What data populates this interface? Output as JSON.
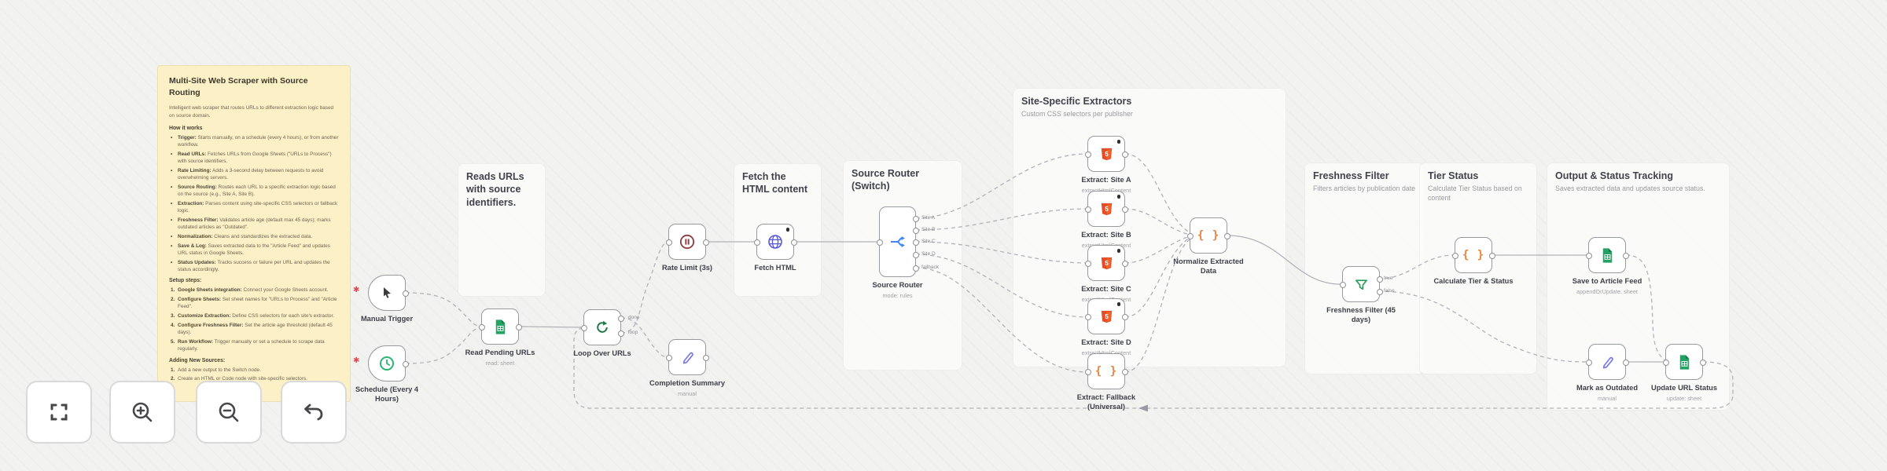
{
  "colors": {
    "canvas_bg": "#f2f2f0",
    "sticky_bg": "#fcf0c6",
    "node_border": "#979aa0",
    "connection": "#b2b2ba",
    "error_red": "#e5484d",
    "sheets_green": "#21a463",
    "clock_teal": "#2bb673",
    "loop_green": "#1e7a47",
    "pause_maroon": "#8e3b3b",
    "globe_blue": "#575ad8",
    "pencil_purple": "#7577e8",
    "switch_blue": "#4285f4",
    "html_orange": "#e44d26",
    "code_orange": "#ef8038",
    "filter_green": "#2f9e5f"
  },
  "note": {
    "title": "Multi-Site Web Scraper with Source Routing",
    "intro": "Intelligent web scraper that routes URLs to different extraction logic based on source domain.",
    "how_heading": "How it works",
    "bullets": [
      {
        "mk": "•",
        "lead": "Trigger:",
        "text": " Starts manually, on a schedule (every 4 hours), or from another workflow."
      },
      {
        "mk": "•",
        "lead": "Read URLs:",
        "text": " Fetches URLs from Google Sheets (\"URLs to Process\") with source identifiers."
      },
      {
        "mk": "•",
        "lead": "Rate Limiting:",
        "text": " Adds a 3-second delay between requests to avoid overwhelming servers."
      },
      {
        "mk": "•",
        "lead": "Source Routing:",
        "text": " Routes each URL to a specific extraction logic based on the source (e.g., Site A, Site B)."
      },
      {
        "mk": "•",
        "lead": "Extraction:",
        "text": " Parses content using site-specific CSS selectors or fallback logic."
      },
      {
        "mk": "•",
        "lead": "Freshness Filter:",
        "text": " Validates article age (default max 45 days); marks outdated articles as \"Outdated\"."
      },
      {
        "mk": "•",
        "lead": "Normalization:",
        "text": " Cleans and standardizes the extracted data."
      },
      {
        "mk": "•",
        "lead": "Save & Log:",
        "text": " Saves extracted data to the \"Article Feed\" and updates URL status in Google Sheets."
      },
      {
        "mk": "•",
        "lead": "Status Updates:",
        "text": " Tracks success or failure per URL and updates the status accordingly."
      }
    ],
    "setup_heading": "Setup steps:",
    "setup_steps": [
      {
        "mk": "1.",
        "lead": "Google Sheets integration:",
        "text": " Connect your Google Sheets account."
      },
      {
        "mk": "2.",
        "lead": "Configure Sheets:",
        "text": " Set sheet names for \"URLs to Process\" and \"Article Feed\"."
      },
      {
        "mk": "3.",
        "lead": "Customize Extraction:",
        "text": " Define CSS selectors for each site's extractor."
      },
      {
        "mk": "4.",
        "lead": "Configure Freshness Filter:",
        "text": " Set the article age threshold (default 45 days)."
      },
      {
        "mk": "5.",
        "lead": "Run Workflow:",
        "text": " Trigger manually or set a schedule to scrape data regularly."
      }
    ],
    "adding_heading": "Adding New Sources:",
    "adding_steps": [
      {
        "mk": "1.",
        "lead": "",
        "text": "Add a new output to the Switch node."
      },
      {
        "mk": "2.",
        "lead": "",
        "text": "Create an HTML or Code node with site-specific selectors."
      }
    ]
  },
  "sections": {
    "read_urls": {
      "title": "Reads URLs with source identifiers.",
      "subtitle": ""
    },
    "fetch_html": {
      "title": "Fetch the HTML content",
      "subtitle": ""
    },
    "source_router": {
      "title": "Source Router (Switch)",
      "subtitle": ""
    },
    "extractors": {
      "title": "Site-Specific Extractors",
      "subtitle": "Custom CSS selectors per publisher"
    },
    "freshness": {
      "title": "Freshness Filter",
      "subtitle": "Filters articles by publication date"
    },
    "tier": {
      "title": "Tier Status",
      "subtitle": "Calculate Tier Status based on content"
    },
    "output": {
      "title": "Output & Status Tracking",
      "subtitle": "Saves extracted data and updates source status."
    }
  },
  "nodes": {
    "manual_trigger": {
      "label": "Manual Trigger"
    },
    "schedule": {
      "label": "Schedule (Every 4 Hours)"
    },
    "read_urls": {
      "label": "Read Pending URLs",
      "subtitle": "read: sheet"
    },
    "loop": {
      "label": "Loop Over URLs",
      "out_top": "done",
      "out_bottom": "loop"
    },
    "rate_limit": {
      "label": "Rate Limit (3s)"
    },
    "fetch_html": {
      "label": "Fetch HTML"
    },
    "completion": {
      "label": "Completion Summary",
      "subtitle": "manual"
    },
    "router": {
      "label": "Source Router",
      "subtitle": "mode: rules",
      "outputs": [
        "Site A",
        "Site B",
        "Site C",
        "Site D",
        "fallback"
      ]
    },
    "extract_a": {
      "label": "Extract: Site A",
      "subtitle": "extractHtmlContent"
    },
    "extract_b": {
      "label": "Extract: Site B",
      "subtitle": "extractHtmlContent"
    },
    "extract_c": {
      "label": "Extract: Site C",
      "subtitle": "extractHtmlContent"
    },
    "extract_d": {
      "label": "Extract: Site D",
      "subtitle": "extractHtmlContent"
    },
    "extract_fallback": {
      "label": "Extract: Fallback (Universal)"
    },
    "normalize": {
      "label": "Normalize Extracted Data"
    },
    "freshness": {
      "label": "Freshness Filter (45 days)",
      "out_top": "true",
      "out_bottom": "false"
    },
    "tier": {
      "label": "Calculate Tier & Status"
    },
    "save_feed": {
      "label": "Save to Article Feed",
      "subtitle": "appendOrUpdate: sheet"
    },
    "mark_outdated": {
      "label": "Mark as Outdated",
      "subtitle": "manual"
    },
    "update_status": {
      "label": "Update URL Status",
      "subtitle": "update: sheet"
    }
  },
  "controls": {
    "fit": "fit-view",
    "zoom_in": "zoom-in",
    "zoom_out": "zoom-out",
    "undo": "undo"
  }
}
